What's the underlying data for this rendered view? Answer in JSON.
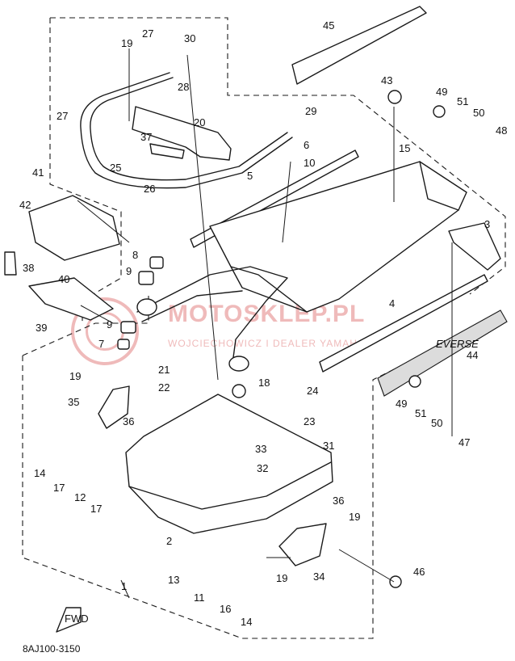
{
  "diagram": {
    "callouts": [
      "1",
      "2",
      "3",
      "4",
      "5",
      "6",
      "7",
      "8",
      "9",
      "9",
      "10",
      "11",
      "12",
      "13",
      "14",
      "14",
      "15",
      "16",
      "17",
      "17",
      "18",
      "19",
      "19",
      "19",
      "19",
      "20",
      "21",
      "22",
      "23",
      "24",
      "25",
      "26",
      "27",
      "27",
      "28",
      "29",
      "30",
      "31",
      "32",
      "33",
      "34",
      "35",
      "36",
      "36",
      "37",
      "38",
      "39",
      "40",
      "41",
      "42",
      "43",
      "44",
      "45",
      "46",
      "47",
      "48",
      "49",
      "49",
      "50",
      "50",
      "51",
      "51"
    ],
    "catalog_code": "8AJ100-3150",
    "fwd_label": "FWD",
    "watermark": {
      "main": "MOTOSKLEP.PL",
      "sub": "WOJCIECHOWICZ I DEALER YAMAHA"
    },
    "decal_text": "EVERSE"
  }
}
